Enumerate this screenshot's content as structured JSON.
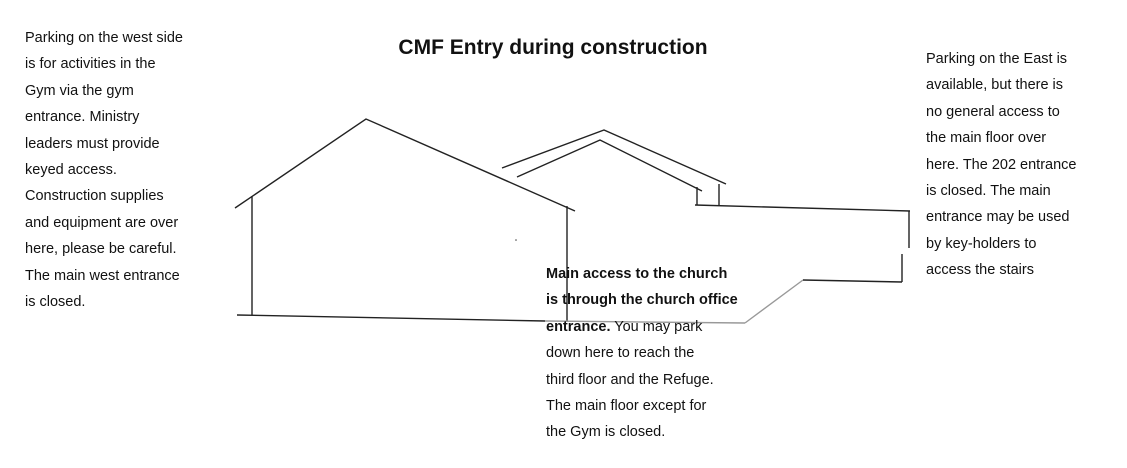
{
  "title": "CMF Entry during construction",
  "west_note": {
    "lines": [
      "Parking on the west side",
      "is for activities in the",
      "Gym via the gym",
      "entrance. Ministry",
      "leaders must provide",
      "keyed access.",
      "Construction supplies",
      "and equipment are over",
      "here, please be careful.",
      "The main west entrance",
      "is closed."
    ]
  },
  "east_note": {
    "lines": [
      "Parking on the East is",
      "available, but there is",
      "no general access to",
      "the main floor over",
      "here. The 202 entrance",
      "is closed. The main",
      "entrance may be used",
      "by key-holders to",
      "access the stairs"
    ]
  },
  "main_note": {
    "bold_lines": [
      "Main access to the church",
      "is through the church office",
      "entrance."
    ],
    "line3_rest": " You may park",
    "lines": [
      "down here to reach the",
      "third floor and the Refuge.",
      "The main floor except for",
      "the Gym is closed."
    ]
  }
}
